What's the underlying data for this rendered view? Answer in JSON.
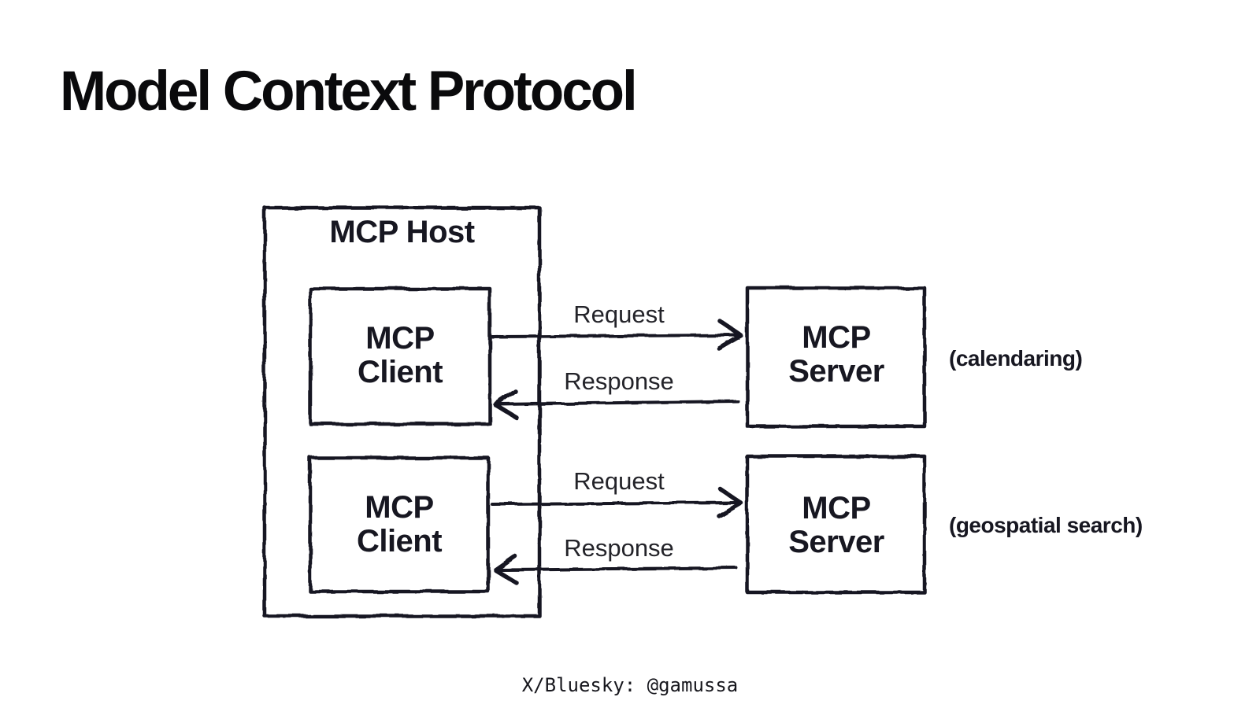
{
  "page_title": "Model Context Protocol",
  "diagram": {
    "host": {
      "label": "MCP Host"
    },
    "clients": [
      {
        "label": "MCP Client"
      },
      {
        "label": "MCP Client"
      }
    ],
    "servers": [
      {
        "label": "MCP Server",
        "annotation": "(calendaring)"
      },
      {
        "label": "MCP Server",
        "annotation": "(geospatial search)"
      }
    ],
    "connections": [
      {
        "request_label": "Request",
        "response_label": "Response"
      },
      {
        "request_label": "Request",
        "response_label": "Response"
      }
    ]
  },
  "footer": {
    "credit": "X/Bluesky: @gamussa"
  },
  "colors": {
    "ink": "#171721",
    "title": "#0a0a0c",
    "arrow_label": "#232329",
    "background": "#ffffff"
  }
}
